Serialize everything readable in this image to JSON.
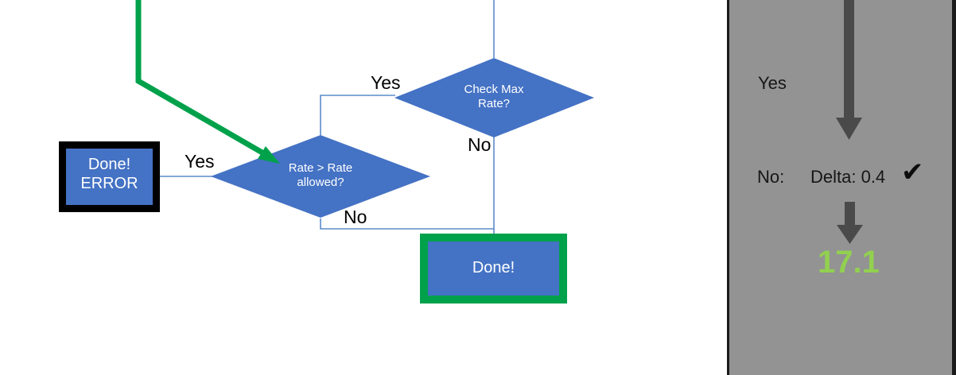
{
  "colors": {
    "shape_fill": "#4472c4",
    "shape_text": "#ffffff",
    "connector": "#5b8bc9",
    "highlight_green": "#00a14b",
    "error_border": "#000000",
    "panel_bg": "#939393",
    "panel_border": "#1b1b1b",
    "arrow_gray": "#4a4a4a",
    "result_green": "#92d050",
    "label_text": "#000000"
  },
  "flowchart": {
    "nodes": [
      {
        "id": "check-max-rate",
        "type": "decision",
        "label": "Check Max\nRate?",
        "font_size": 15
      },
      {
        "id": "rate-gt-rate-allowed",
        "type": "decision",
        "label": "Rate > Rate\nallowed?",
        "font_size": 15
      },
      {
        "id": "done-error",
        "type": "process",
        "label": "Done!\nERROR",
        "font_size": 20,
        "border": "thick-black"
      },
      {
        "id": "done",
        "type": "process",
        "label": "Done!",
        "font_size": 20,
        "border": "thick-green"
      }
    ],
    "edge_labels": [
      {
        "id": "yes-check-max-rate",
        "text": "Yes"
      },
      {
        "id": "no-check-max-rate",
        "text": "No"
      },
      {
        "id": "yes-rate-allowed",
        "text": "Yes"
      },
      {
        "id": "no-rate-allowed",
        "text": "No"
      }
    ]
  },
  "panel": {
    "branch_yes_label": "Yes",
    "branch_no_label": "No:",
    "delta_label": "Delta: 0.4",
    "check_glyph": "✔",
    "result_value": "17.1"
  }
}
